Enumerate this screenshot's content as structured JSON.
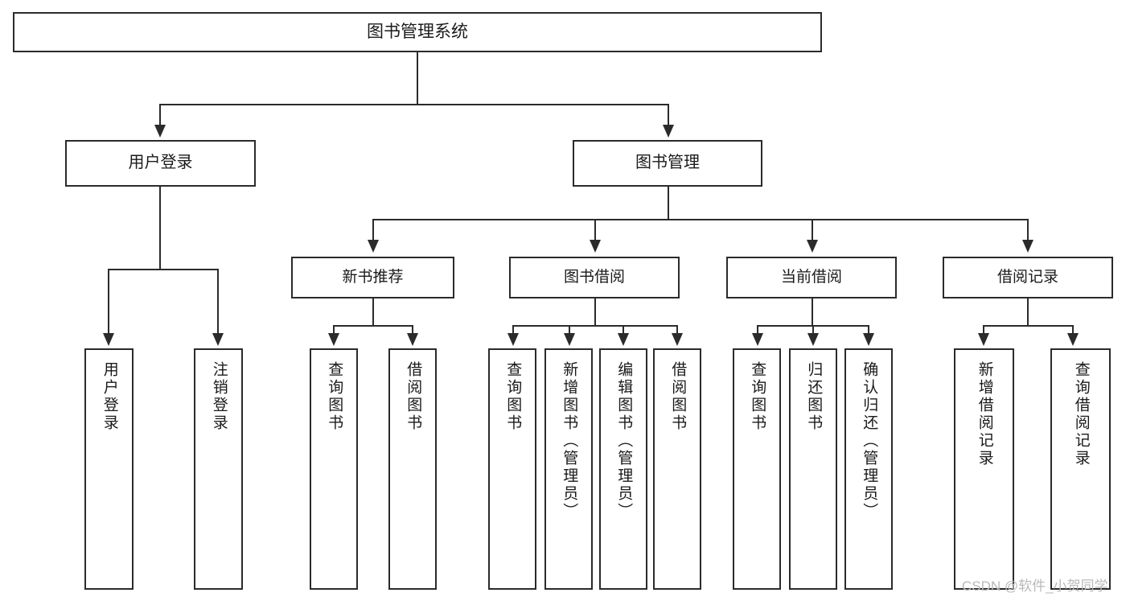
{
  "diagram": {
    "title": "图书管理系统",
    "type": "tree-hierarchy-diagram",
    "root": {
      "label": "图书管理系统"
    },
    "level2": [
      {
        "label": "用户登录"
      },
      {
        "label": "图书管理"
      }
    ],
    "level3": [
      {
        "label": "新书推荐"
      },
      {
        "label": "图书借阅"
      },
      {
        "label": "当前借阅"
      },
      {
        "label": "借阅记录"
      }
    ],
    "leaves": {
      "user_login": [
        {
          "label": "用户登录"
        },
        {
          "label": "注销登录"
        }
      ],
      "new_book_recommend": [
        {
          "label": "查询图书"
        },
        {
          "label": "借阅图书"
        }
      ],
      "book_borrow": [
        {
          "label": "查询图书"
        },
        {
          "label": "新增图书（管理员）"
        },
        {
          "label": "编辑图书（管理员）"
        },
        {
          "label": "借阅图书"
        }
      ],
      "current_borrow": [
        {
          "label": "查询图书"
        },
        {
          "label": "归还图书"
        },
        {
          "label": "确认归还（管理员）"
        }
      ],
      "borrow_record": [
        {
          "label": "新增借阅记录"
        },
        {
          "label": "查询借阅记录"
        }
      ]
    }
  },
  "watermark": {
    "text": "CSDN @软件_小贺同学"
  },
  "colors": {
    "stroke": "#2b2b2b",
    "background": "#ffffff",
    "text": "#1a1a1a",
    "watermark": "#b9b9b9"
  }
}
